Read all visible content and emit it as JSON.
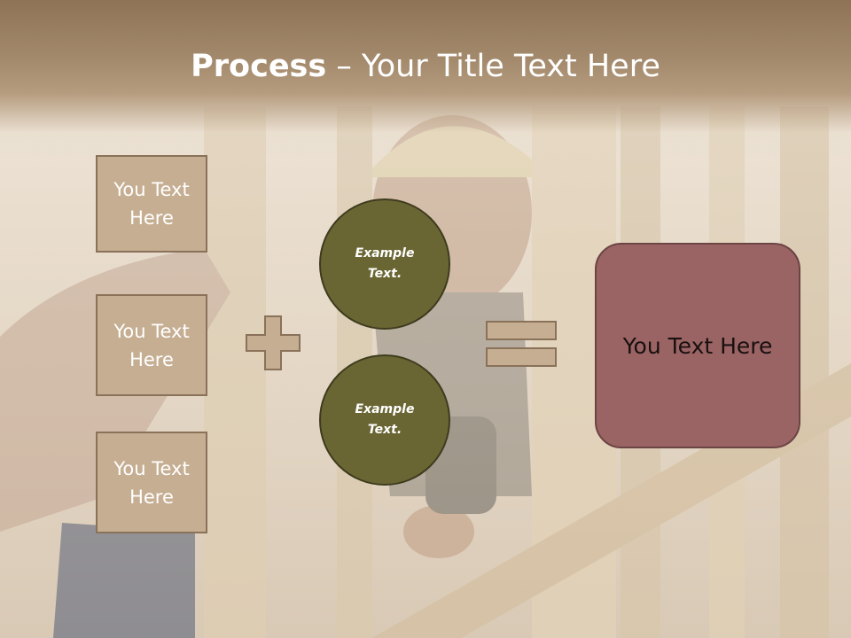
{
  "title": {
    "bold": "Process",
    "rest": " – Your Title Text Here"
  },
  "left_boxes": [
    {
      "label": "You Text Here"
    },
    {
      "label": "You Text Here"
    },
    {
      "label": "You Text Here"
    }
  ],
  "circles": [
    {
      "label": "Example Text."
    },
    {
      "label": "Example Text."
    }
  ],
  "result": {
    "label": "You Text Here"
  },
  "colors": {
    "title_bar": "#a48a6c",
    "box_fill": "#c6ae92",
    "box_border": "#8a725a",
    "circle_fill": "#6a6634",
    "result_fill": "#9a6464"
  },
  "icons": {
    "plus": "plus-icon",
    "equals": "equals-icon"
  }
}
